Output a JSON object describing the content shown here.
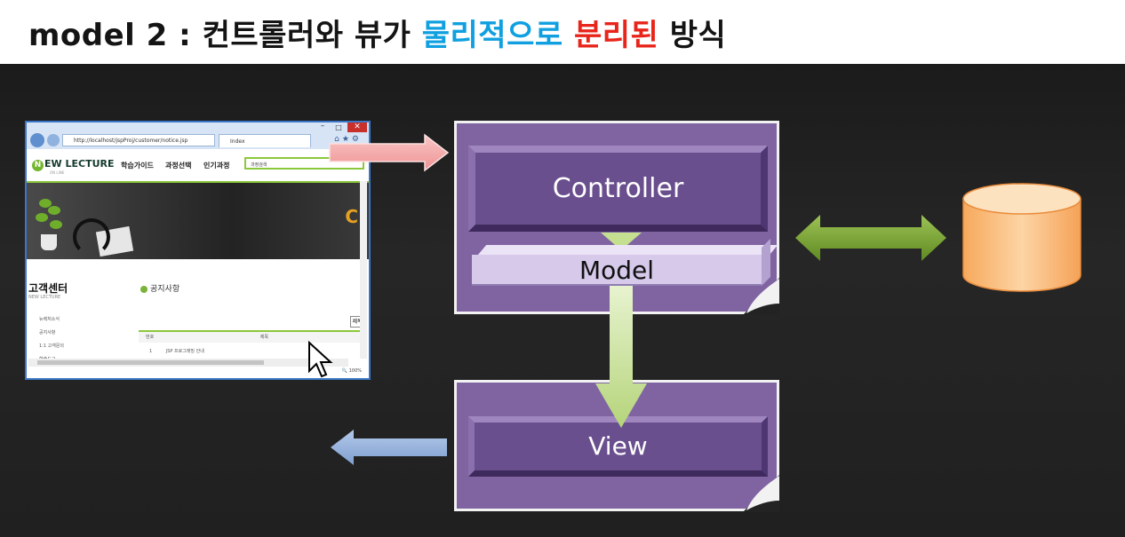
{
  "title": {
    "prefix": "model 2 : 컨트롤러와 뷰가",
    "highlight_blue": "물리적으로",
    "highlight_red": "분리된",
    "suffix": "방식",
    "colors": {
      "blue": "#10a0e0",
      "red": "#e8251b"
    }
  },
  "diagram": {
    "controller_label": "Controller",
    "model_label": "Model",
    "view_label": "View",
    "colors": {
      "panel": "#8064a2",
      "box": "#6a4f8e",
      "model": "#d6c9ea",
      "database": "#fbc489",
      "request_arrow": "#f4a6a6",
      "response_arrow": "#8eaed9",
      "flow_arrow": "#c3df8f",
      "db_arrow": "#6f9a2b"
    }
  },
  "browser": {
    "address": "http://localhost/jspProj/customer/notice.jsp",
    "tab_label": "Index",
    "logo": "EW LECTURE",
    "logo_initial": "N",
    "logo_sub": "ON LINE",
    "menu": [
      "학습가이드",
      "과정선택",
      "인기과정"
    ],
    "search_placeholder": "과정검색",
    "banner_letter": "C",
    "sidebar_title": "고객센터",
    "sidebar_sub": "NEW LECTURE",
    "sidebar_items": [
      "뉴렉처소식",
      "공지사항",
      "1:1 고객문의",
      "학습도구"
    ],
    "page_title": "공지사항",
    "search_button": "제목",
    "table_headers": [
      "번호",
      "제목"
    ],
    "row_number": "1",
    "row_title": "JSP 프로그래밍 안내",
    "zoom": "100%"
  }
}
